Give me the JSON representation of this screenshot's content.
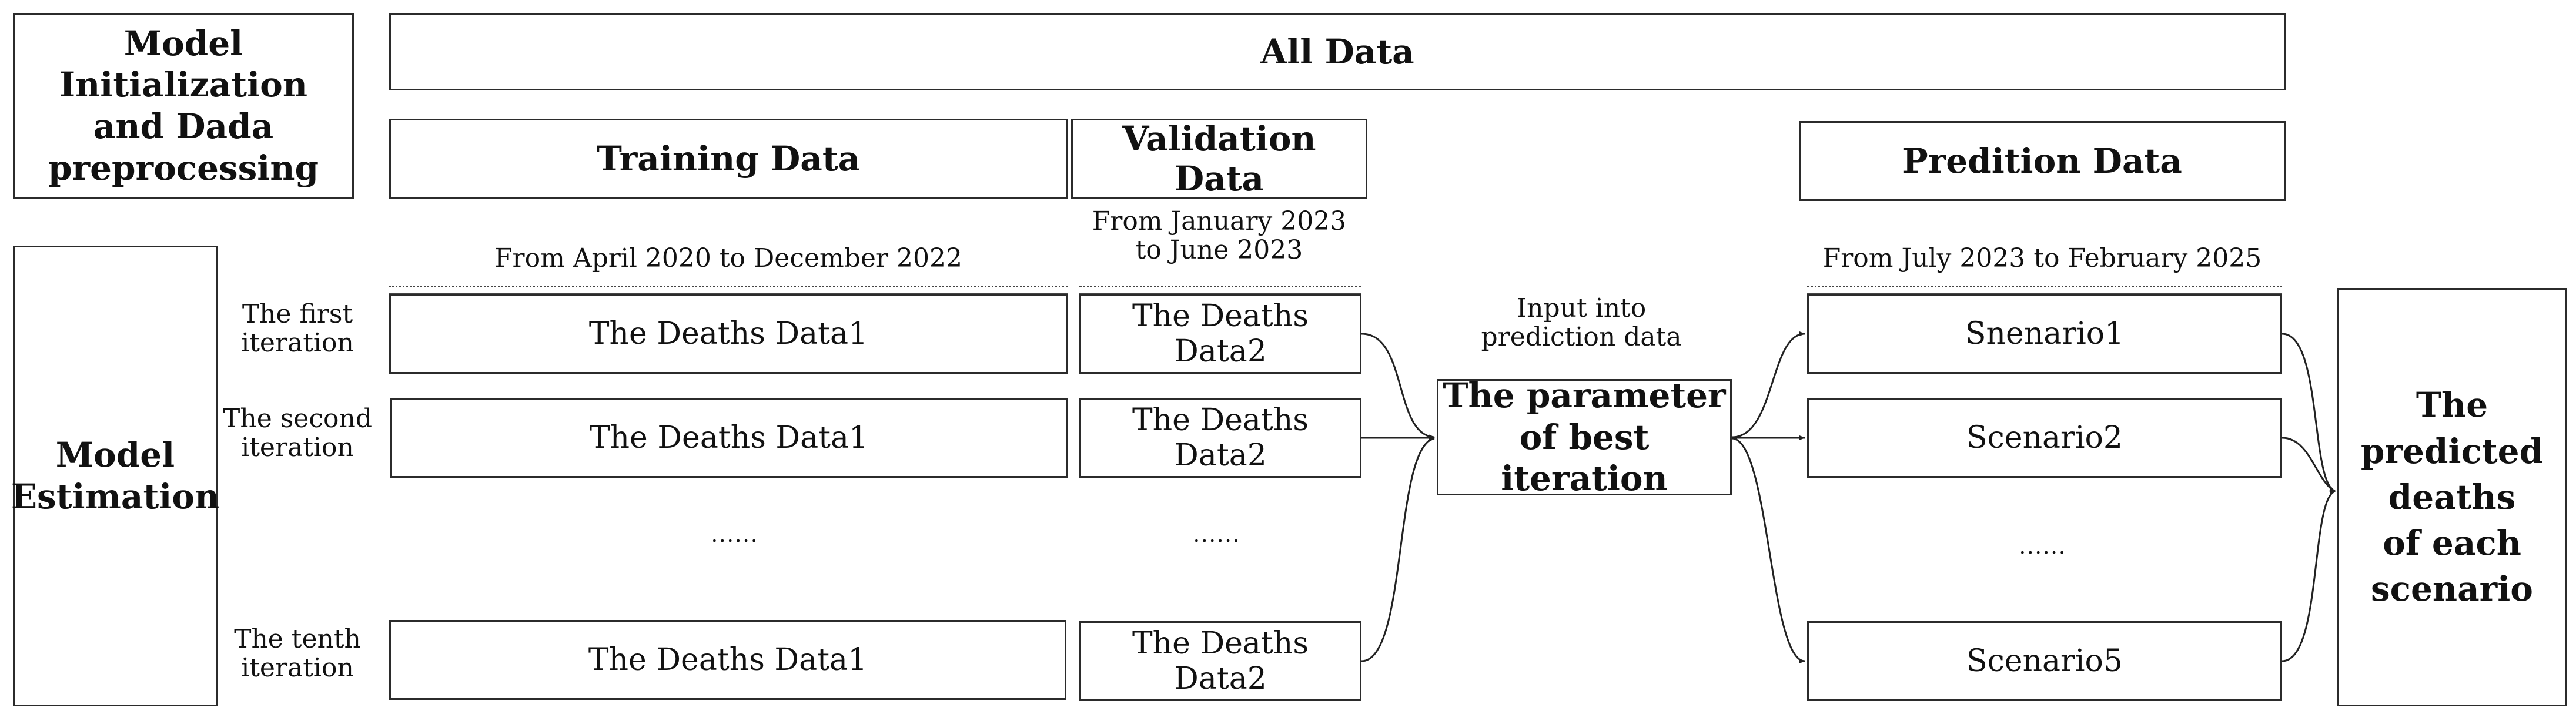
{
  "header": {
    "init_label": "Model Initialization and Dada preprocessing",
    "all_data": "All Data",
    "training_data": "Training Data",
    "validation_data": "Validation Data",
    "prediction_data": "Predition Data"
  },
  "periods": {
    "training": "From April 2020 to December 2022",
    "validation_line1": "From January 2023",
    "validation_line2": "to June 2023",
    "prediction": "From July 2023 to February 2025"
  },
  "estimation": {
    "label": "Model Estimation",
    "iterations": [
      {
        "label_line1": "The first",
        "label_line2": "iteration",
        "training": "The Deaths Data1",
        "validation": "The Deaths Data2"
      },
      {
        "label_line1": "The second",
        "label_line2": "iteration",
        "training": "The Deaths Data1",
        "validation": "The Deaths Data2"
      },
      {
        "label_line1": "The tenth",
        "label_line2": "iteration",
        "training": "The Deaths Data1",
        "validation": "The Deaths Data2"
      }
    ],
    "ellipsis": "......"
  },
  "best": {
    "input_line1": "Input into",
    "input_line2": "prediction data",
    "title_line1": "The parameter",
    "title_line2": "of best iteration"
  },
  "scenarios": {
    "items": [
      "Snenario1",
      "Scenario2",
      "Scenario5"
    ],
    "ellipsis": "......"
  },
  "output": {
    "line1": "The",
    "line2": "predicted",
    "line3": "deaths",
    "line4": "of each",
    "line5": "scenario"
  }
}
